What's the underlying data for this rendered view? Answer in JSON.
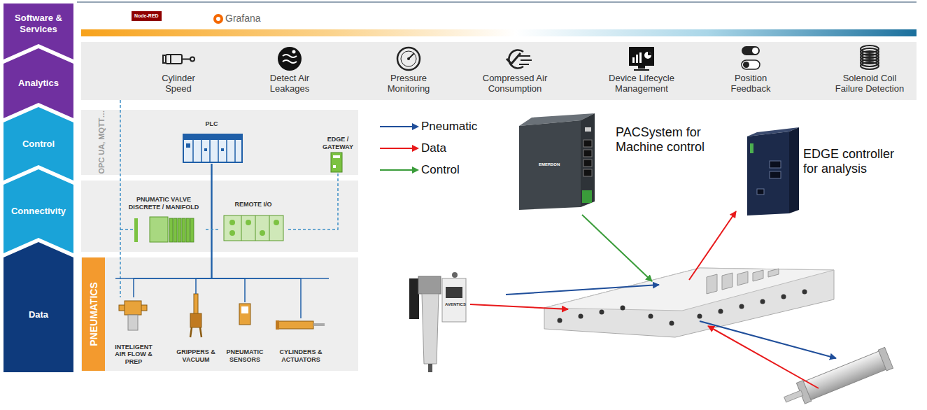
{
  "diagram": {
    "nodes": [
      {
        "text": [
          "Software & Services"
        ]
      },
      {
        "text": [
          "Analytics"
        ]
      },
      {
        "text": [
          "Control"
        ]
      },
      {
        "text": [
          "Connectivity"
        ]
      },
      {
        "text": [
          "Data"
        ]
      },
      {
        "text": [
          "Node-RED"
        ]
      },
      {
        "text": [
          "Cylinder Speed"
        ]
      },
      {
        "text": [
          "Detect Air Leakages"
        ]
      },
      {
        "text": [
          "Pressure Monitoring"
        ]
      },
      {
        "text": [
          "Compressed Air Consumption"
        ]
      },
      {
        "text": [
          "Device Lifecycle Management"
        ]
      },
      {
        "text": [
          "Position Feedback"
        ]
      },
      {
        "text": [
          "Solenoid Coil Failure Detection"
        ]
      },
      {
        "text": [
          "OPC UA, MQTT…"
        ]
      },
      {
        "text": [
          "PLC"
        ],
        "in": 13
      },
      {
        "text": [
          "EDGE / GATEWAY"
        ],
        "in": 13
      },
      {
        "text": [
          "PNUMATIC VALVE DISCRETE / MANIFOLD"
        ]
      },
      {
        "text": [
          "REMOTE I/O"
        ]
      },
      {
        "text": [
          "PNEUMATICS"
        ]
      },
      {
        "text": [
          "INTELIGENT AIR FLOW & PREP"
        ]
      },
      {
        "text": [
          "GRIPPERS & VACUUM"
        ]
      },
      {
        "text": [
          "PNEUMATIC SENSORS"
        ]
      },
      {
        "text": [
          "CYLINDERS & ACTUATORS"
        ]
      }
    ],
    "edges": [
      {
        "from": 14,
        "to": 19,
        "arrow": "none"
      },
      {
        "from": 14,
        "to": 20,
        "arrow": "none"
      },
      {
        "from": 14,
        "to": 21,
        "arrow": "none"
      },
      {
        "from": 14,
        "to": 22,
        "arrow": "none"
      },
      {
        "from": 16,
        "to": 17,
        "arrow": "none"
      },
      {
        "from": 17,
        "to": 15,
        "arrow": "none"
      }
    ],
    "labels": [
      "Grafana",
      "PACSystem for Machine control",
      "EDGE controller for analysis",
      "EMERSON",
      "AVENTICS"
    ],
    "legend": [
      {
        "text": "Pneumatic",
        "color": "#1f4e9a"
      },
      {
        "text": "Data",
        "color": "#e8191b"
      },
      {
        "text": "Control",
        "color": "#3a9c3a"
      }
    ]
  }
}
